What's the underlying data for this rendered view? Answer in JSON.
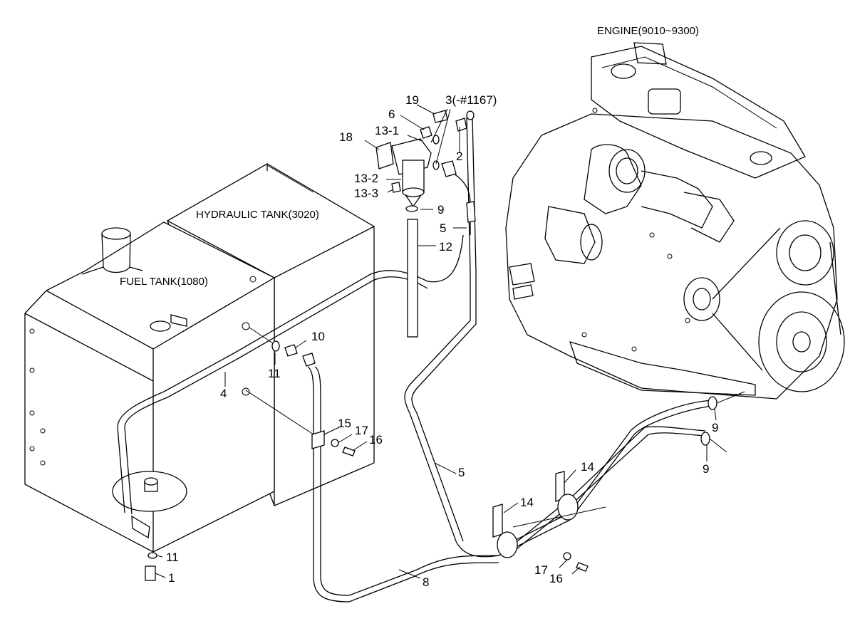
{
  "titles": {
    "engine": "ENGINE(9010~9300)",
    "hydraulic_tank": "HYDRAULIC TANK(3020)",
    "fuel_tank": "FUEL TANK(1080)"
  },
  "callouts": {
    "c19": "19",
    "c3": "3(-#1167)",
    "c6": "6",
    "c13_1": "13-1",
    "c18": "18",
    "c2": "2",
    "c13_2": "13-2",
    "c13_3": "13-3",
    "c9_top": "9",
    "c5_top": "5",
    "c12": "12",
    "c10": "10",
    "c11_mid": "11",
    "c4": "4",
    "c15": "15",
    "c17_mid": "17",
    "c16_mid": "16",
    "c5_bot": "5",
    "c9_r1": "9",
    "c9_r2": "9",
    "c14_r": "14",
    "c14_l": "14",
    "c11_bot": "11",
    "c1": "1",
    "c17_bot": "17",
    "c16_bot": "16",
    "c8": "8"
  }
}
